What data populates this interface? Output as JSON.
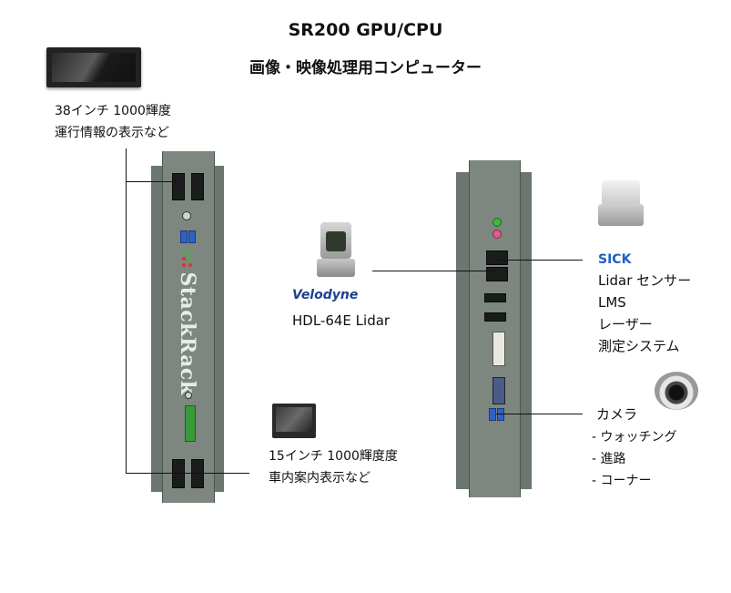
{
  "title": {
    "line1": "SR200 GPU/CPU",
    "line2": "画像・映像処理用コンピューター"
  },
  "left_device": {
    "brand": "StackRack"
  },
  "monitor_38": {
    "line1": "38インチ 1000輝度",
    "line2": "運行情報の表示など"
  },
  "monitor_15": {
    "line1": "15インチ 1000輝度度",
    "line2": "車内案内表示など"
  },
  "velodyne": {
    "logo": "Velodyne",
    "model": "HDL-64E Lidar"
  },
  "sick": {
    "logo": "SICK",
    "lines": [
      "Lidar センサー",
      "LMS",
      "レーザー",
      "測定システム"
    ]
  },
  "camera": {
    "title": "カメラ",
    "items": [
      "- ウォッチング",
      "- 進路",
      "- コーナー"
    ]
  },
  "colors": {
    "device_body": "#7d8780",
    "usb_blue": "#2f62c8",
    "terminal_green": "#3a9a3a",
    "sick_blue": "#1e5fc6",
    "velodyne_blue": "#1d3f8f"
  }
}
